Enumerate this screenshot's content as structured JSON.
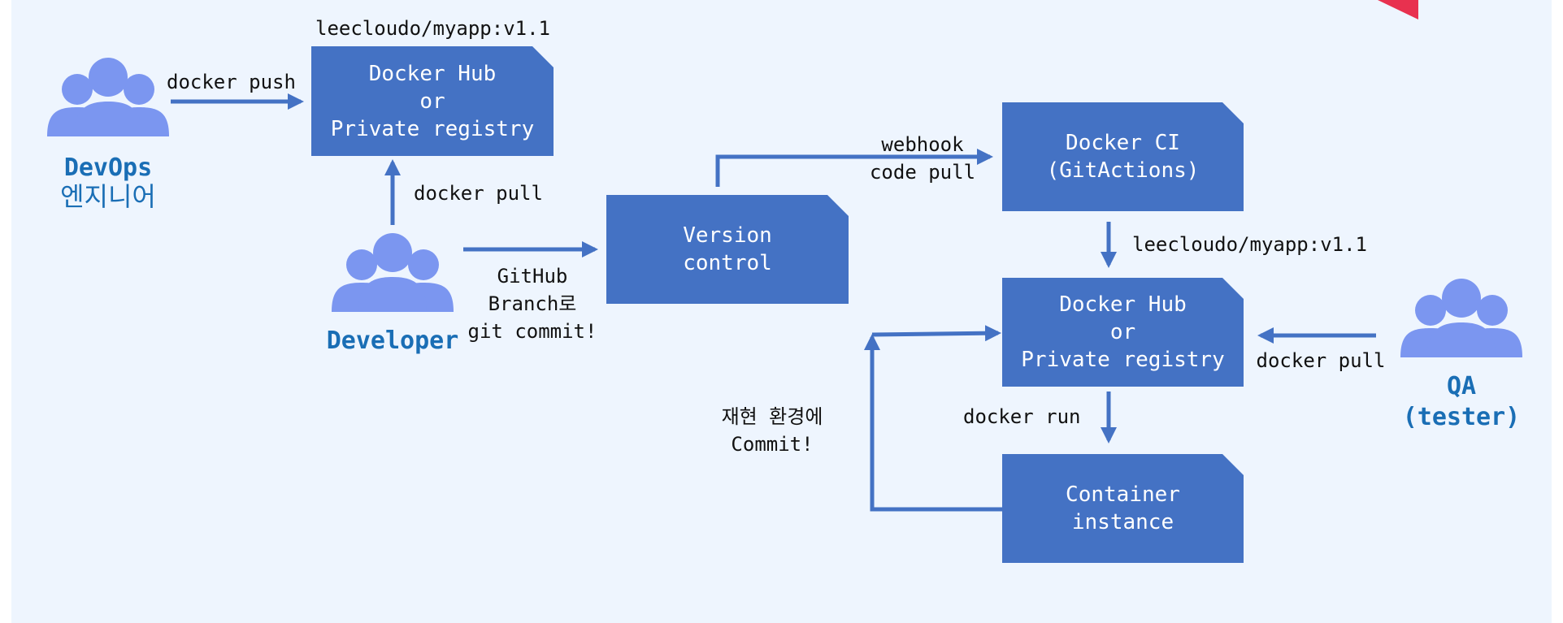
{
  "colors": {
    "background": "#eef5fe",
    "box": "#4472c4",
    "arrow": "#4472c4",
    "persona": "#7b96f0",
    "title": "#1a6eb5",
    "accent_corner": "#e8314f"
  },
  "personas": {
    "devops": {
      "title": "DevOps",
      "subtitle": "엔지니어",
      "icon": "group-icon"
    },
    "developer": {
      "title": "Developer",
      "icon": "group-icon"
    },
    "qa": {
      "title": "QA\n(tester)",
      "icon": "group-icon"
    }
  },
  "boxes": {
    "registry_top": "Docker Hub\nor\nPrivate registry",
    "version_control": "Version\ncontrol",
    "docker_ci": "Docker CI\n(GitActions)",
    "registry_mid": "Docker Hub\nor\nPrivate registry",
    "container": "Container\ninstance"
  },
  "labels": {
    "image_tag_top": "leecloudo/myapp:v1.1",
    "docker_push": "docker push",
    "docker_pull_dev": "docker pull",
    "github_commit": "GitHub\nBranch로\ngit commit!",
    "webhook": "webhook\ncode pull",
    "image_tag_mid": "leecloudo/myapp:v1.1",
    "docker_pull_qa": "docker pull",
    "docker_run": "docker run",
    "commit_env": "재현 환경에\nCommit!"
  }
}
